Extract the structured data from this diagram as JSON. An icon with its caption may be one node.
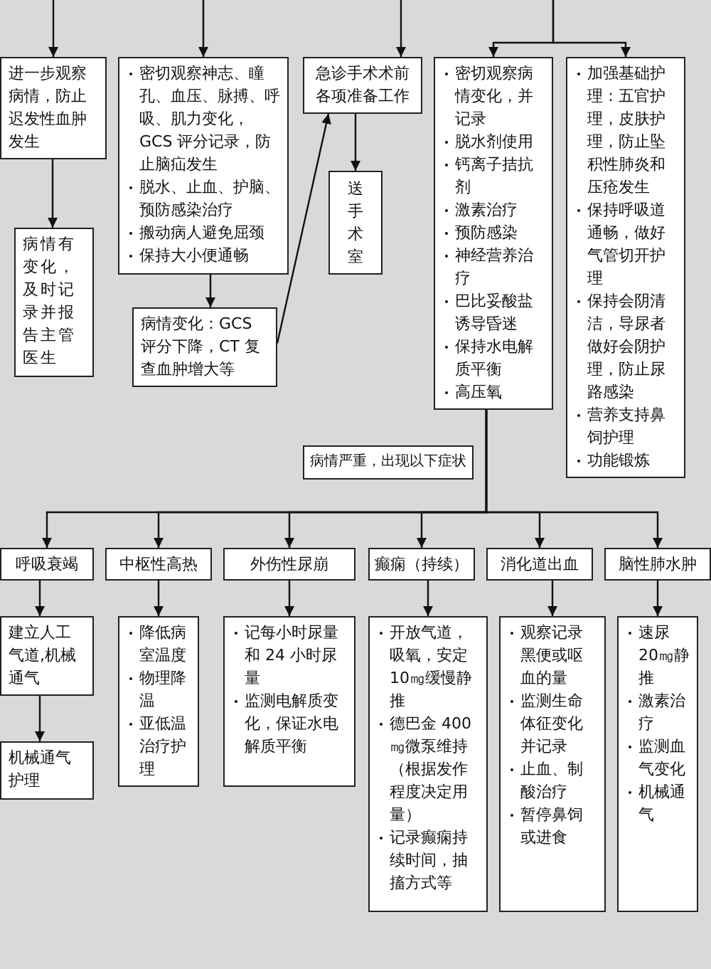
{
  "diagram": {
    "nodes": [
      {
        "text": [
          "进一步观察病情，防止迟发性血肿发生"
        ]
      },
      {
        "text": [
          "病情有变化，及时记录并报告主管医生"
        ]
      },
      {
        "text": [
          "密切观察神志、瞳孔、血压、脉搏、呼吸、肌力变化，GCS 评分记录，防止脑疝发生",
          "脱水、止血、护脑、预防感染治疗",
          "搬动病人避免屈颈",
          "保持大小便通畅"
        ]
      },
      {
        "text": [
          "病情变化：GCS 评分下降，CT 复查血肿增大等"
        ]
      },
      {
        "text": [
          "急诊手术术前各项准备工作"
        ]
      },
      {
        "text": [
          "送手术室"
        ]
      },
      {
        "text": [
          "密切观察病情变化，并记录",
          "脱水剂使用",
          "钙离子拮抗剂",
          "激素治疗",
          "预防感染",
          "神经营养治疗",
          "巴比妥酸盐诱导昏迷",
          "保持水电解质平衡",
          "高压氧"
        ]
      },
      {
        "text": [
          "加强基础护理：五官护理，皮肤护理，防止坠积性肺炎和压疮发生",
          "保持呼吸道通畅，做好气管切开护理",
          "保持会阴清洁，导尿者做好会阴护理，防止尿路感染",
          "营养支持鼻饲护理",
          "功能锻炼"
        ]
      },
      {
        "text": [
          "病情严重，出现以下症状"
        ]
      },
      {
        "text": [
          "呼吸衰竭"
        ]
      },
      {
        "text": [
          "中枢性高热"
        ]
      },
      {
        "text": [
          "外伤性尿崩"
        ]
      },
      {
        "text": [
          "癫痫（持续）"
        ]
      },
      {
        "text": [
          "消化道出血"
        ]
      },
      {
        "text": [
          "脑性肺水肿"
        ]
      },
      {
        "text": [
          "建立人工气道,机械通气"
        ]
      },
      {
        "text": [
          "降低病室温度",
          "物理降温",
          "亚低温治疗护理"
        ]
      },
      {
        "text": [
          "记每小时尿量和 24 小时尿量",
          "监测电解质变化，保证水电解质平衡"
        ]
      },
      {
        "text": [
          "开放气道，吸氧，安定 10㎎缓慢静推",
          "德巴金 400㎎微泵维持（根据发作程度决定用量）",
          "记录癫痫持续时间，抽搐方式等"
        ]
      },
      {
        "text": [
          "观察记录黑便或呕血的量",
          "监测生命体征变化并记录",
          "止血、制酸治疗",
          "暂停鼻饲或进食"
        ]
      },
      {
        "text": [
          "速尿 20㎎静推",
          "激素治疗",
          "监测血气变化",
          "机械通气"
        ]
      },
      {
        "text": [
          "机械通气护理"
        ]
      }
    ],
    "edges": [
      {
        "from": null,
        "to": 0,
        "arrow": "to"
      },
      {
        "from": null,
        "to": 2,
        "arrow": "to"
      },
      {
        "from": null,
        "to": 4,
        "arrow": "to"
      },
      {
        "from": null,
        "to": 6,
        "arrow": "to"
      },
      {
        "from": null,
        "to": 7,
        "arrow": "to"
      },
      {
        "from": 0,
        "to": 1,
        "arrow": "to"
      },
      {
        "from": 2,
        "to": 3,
        "arrow": "to"
      },
      {
        "from": 3,
        "to": 4,
        "arrow": "to"
      },
      {
        "from": 4,
        "to": 5,
        "arrow": "to"
      },
      {
        "from": 6,
        "to": 9,
        "arrow": "to"
      },
      {
        "from": 6,
        "to": 10,
        "arrow": "to"
      },
      {
        "from": 6,
        "to": 11,
        "arrow": "to"
      },
      {
        "from": 6,
        "to": 12,
        "arrow": "to"
      },
      {
        "from": 6,
        "to": 13,
        "arrow": "to"
      },
      {
        "from": 6,
        "to": 14,
        "arrow": "to"
      },
      {
        "from": 9,
        "to": 15,
        "arrow": "to"
      },
      {
        "from": 10,
        "to": 16,
        "arrow": "to"
      },
      {
        "from": 11,
        "to": 17,
        "arrow": "to"
      },
      {
        "from": 12,
        "to": 18,
        "arrow": "to"
      },
      {
        "from": 13,
        "to": 19,
        "arrow": "to"
      },
      {
        "from": 14,
        "to": 20,
        "arrow": "to"
      },
      {
        "from": 15,
        "to": 21,
        "arrow": "to"
      }
    ]
  }
}
